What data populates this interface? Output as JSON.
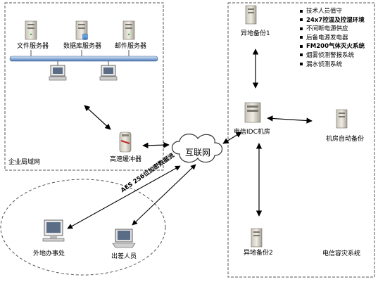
{
  "lan": {
    "servers": [
      "文件服务器",
      "数据库服务器",
      "邮件服务器"
    ],
    "buffer_label": "高速缓冲器",
    "title": "企业局域网"
  },
  "internet_label": "互联网",
  "encrypted_stream_label": "AES 256位加密数据流",
  "remote": {
    "office_label": "外地办事处",
    "travel_label": "出差人员"
  },
  "telecom": {
    "backup1_label": "异地备份1",
    "backup2_label": "异地备份2",
    "idc_label": "电信IDC机房",
    "auto_backup_label": "机房自动备份",
    "title": "电信容灾系统",
    "features": [
      "技术人员值守",
      "24x7控温及控湿环境",
      "不间断电源供应",
      "后备电源发电器",
      "FM200气体灭火系统",
      "烟雾侦测警报系统",
      "漏水侦测系统"
    ]
  }
}
